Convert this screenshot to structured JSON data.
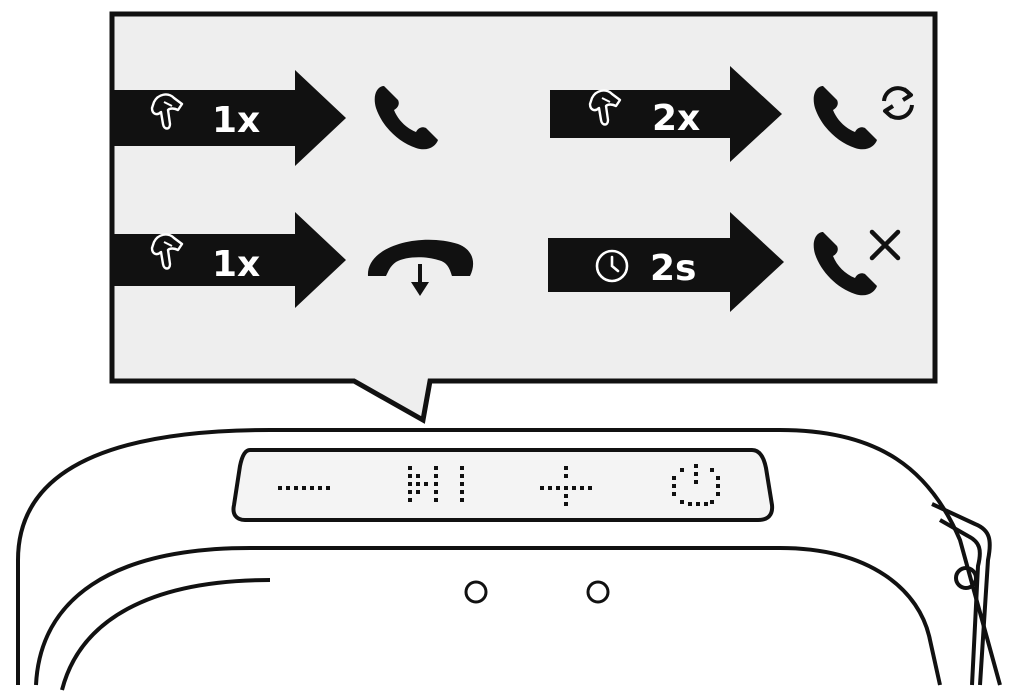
{
  "callout": {
    "rows": [
      {
        "gesture_icon": "tap-finger-icon",
        "label": "1x",
        "result_icon": "phone-answer-icon"
      },
      {
        "gesture_icon": "tap-finger-icon",
        "label": "2x",
        "result_icon": "phone-redial-icon"
      },
      {
        "gesture_icon": "tap-finger-icon",
        "label": "1x",
        "result_icon": "phone-hangup-icon"
      },
      {
        "gesture_icon": "clock-icon",
        "label": "2s",
        "result_icon": "phone-reject-icon"
      }
    ]
  },
  "device": {
    "panel_icons": [
      "minus-dots-icon",
      "play-pause-dots-icon",
      "plus-dots-icon",
      "power-dots-icon"
    ],
    "indicators": [
      "led-left",
      "led-right"
    ]
  },
  "colors": {
    "ink": "#111111",
    "panel_fill": "#eeeeee",
    "background": "#ffffff"
  }
}
